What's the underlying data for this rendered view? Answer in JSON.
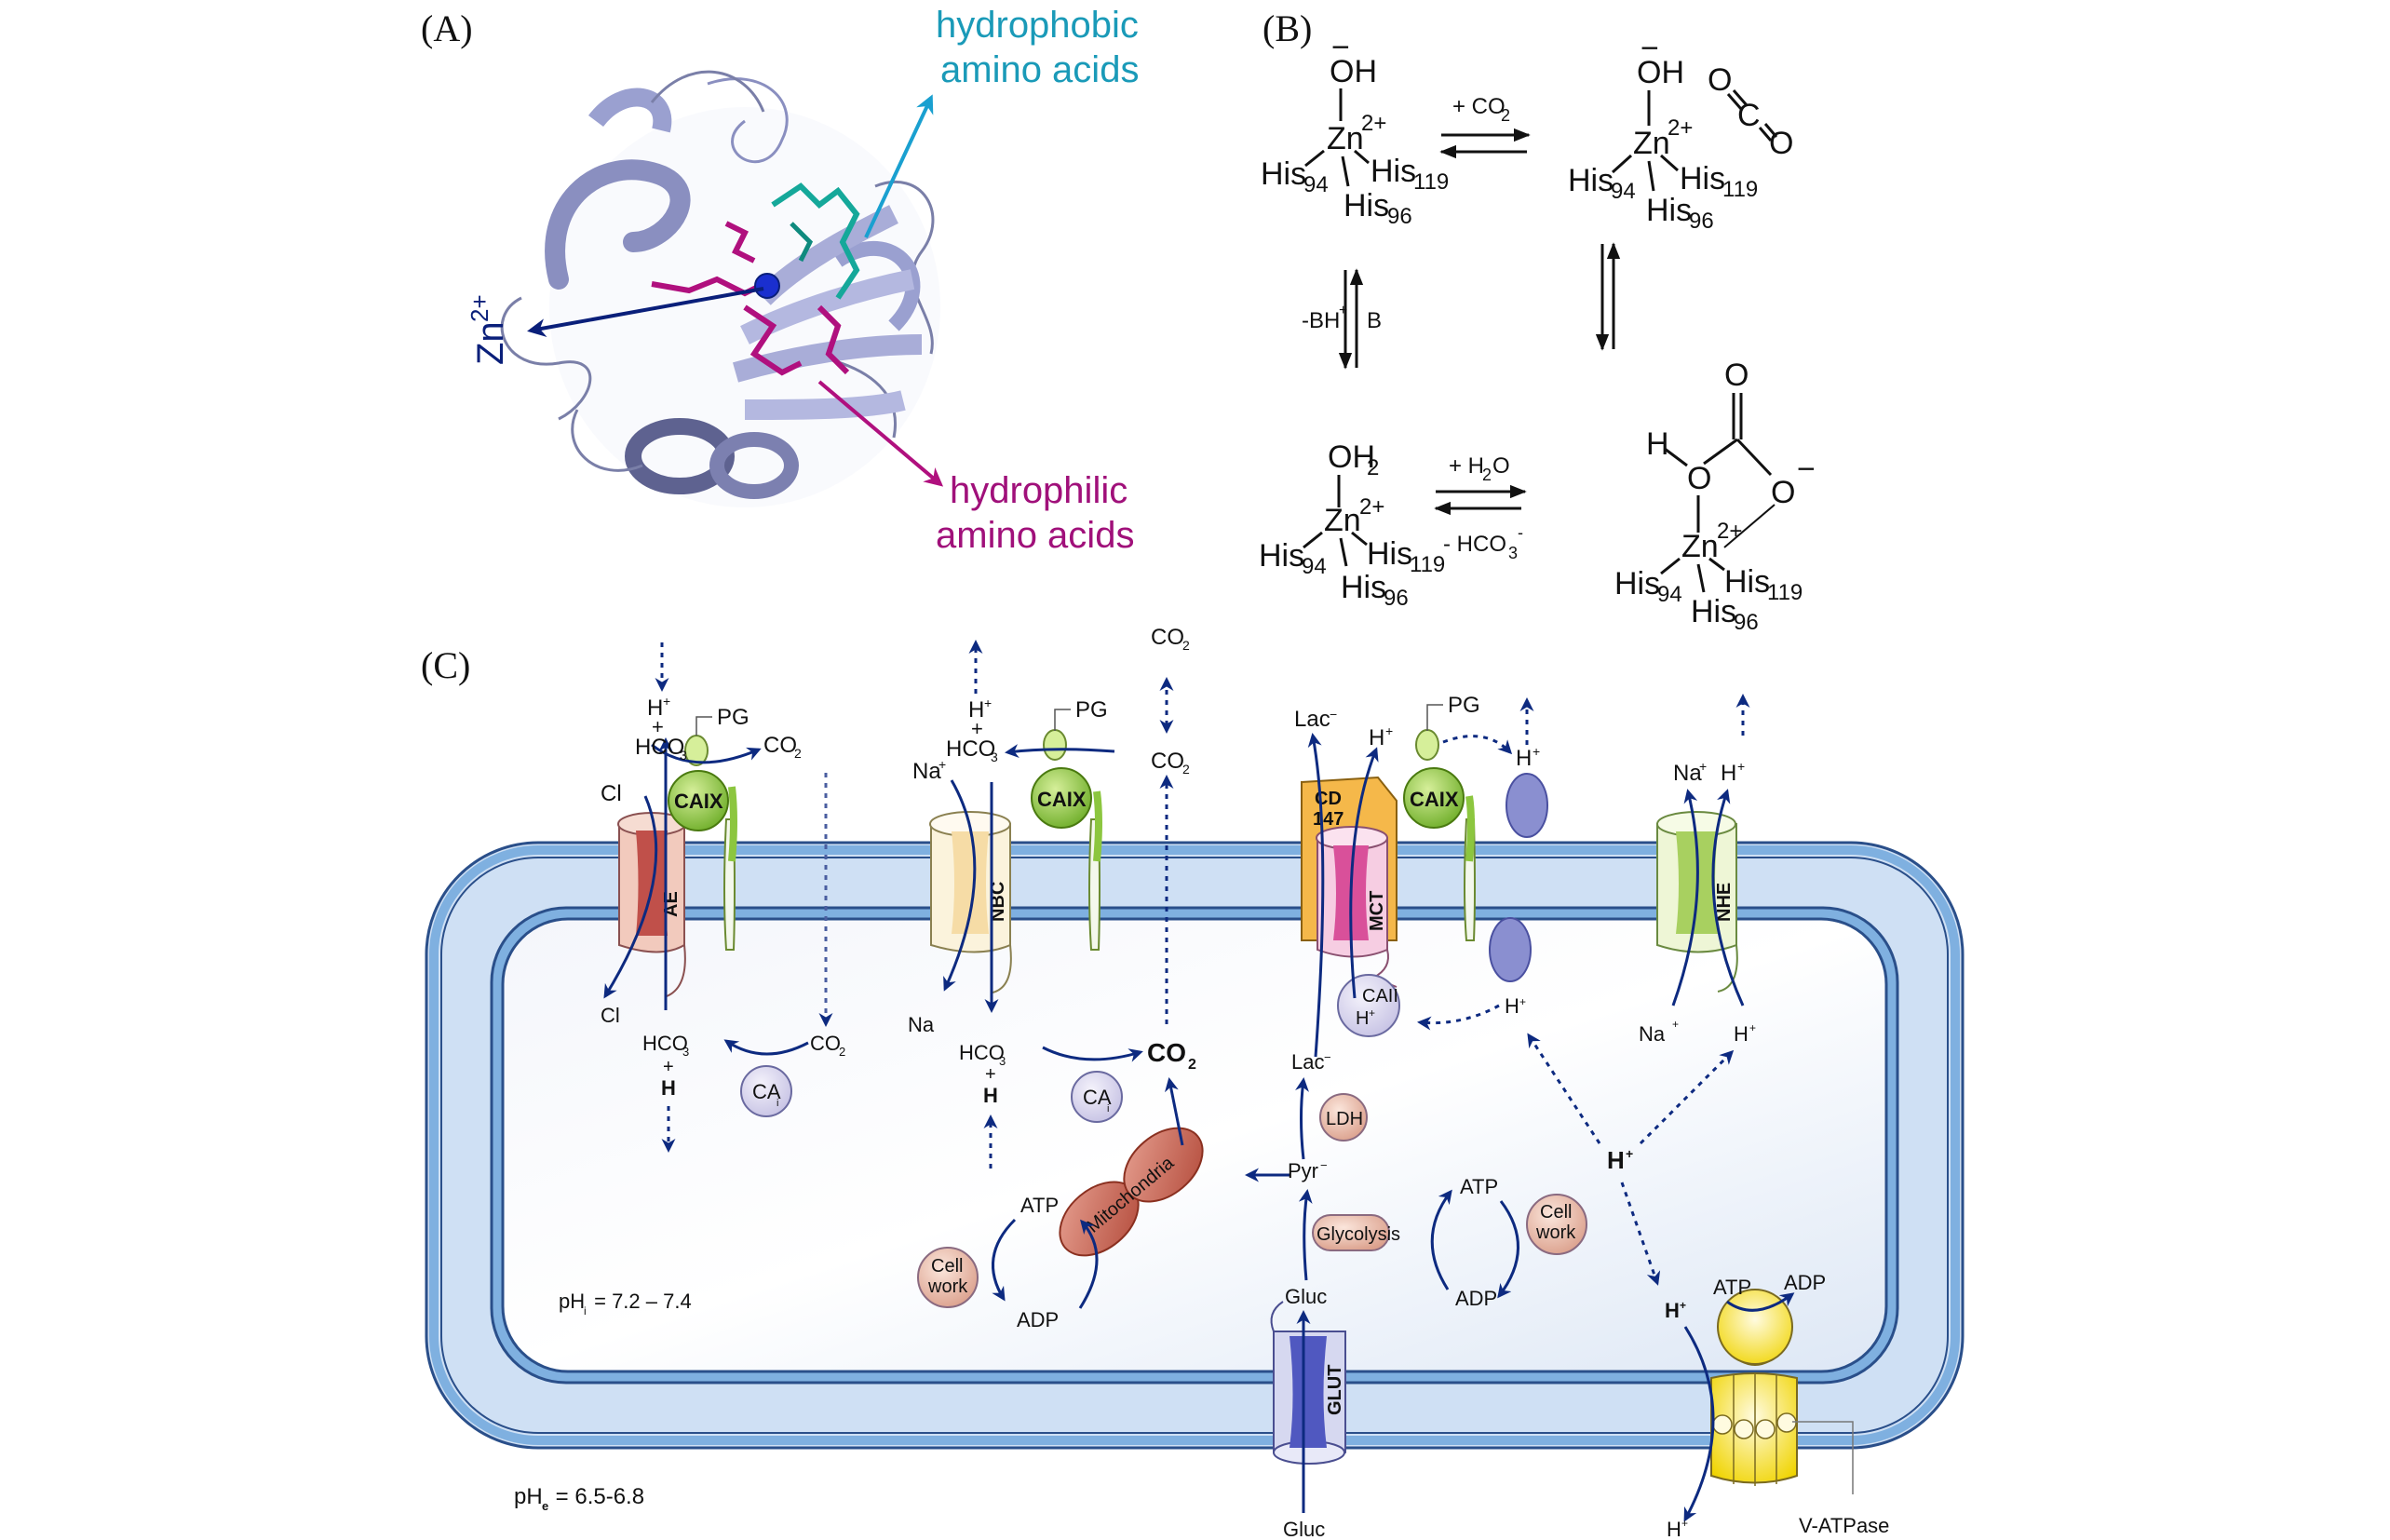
{
  "panels": {
    "a": {
      "label": "(A)",
      "hydrophobic_label_line1": "hydrophobic",
      "hydrophobic_label_line2": "amino acids",
      "hydrophilic_label_line1": "hydrophilic",
      "hydrophilic_label_line2": "amino acids",
      "zinc_label": "Zn",
      "zinc_charge": "2+",
      "colors": {
        "hydrophobic": "#1aa0c8",
        "hydrophilic": "#a0107a",
        "zinc": "#0a1f7a",
        "protein": "#b4b8e0"
      }
    },
    "b": {
      "label": "(B)",
      "state1": {
        "top": "OH",
        "charge": "−",
        "metal": "Zn",
        "metal_charge": "2+",
        "ligands": [
          "His",
          "94",
          "His",
          "119",
          "His",
          "96"
        ]
      },
      "state2": {
        "top": "OH",
        "charge": "−",
        "metal": "Zn",
        "metal_charge": "2+",
        "co2": [
          "O",
          "C",
          "O"
        ]
      },
      "state3": {
        "metal": "Zn",
        "metal_charge": "2+",
        "h": "H",
        "o1": "O",
        "o2": "O",
        "o3": "O",
        "o_charge": "−"
      },
      "state4": {
        "top": "OH",
        "top_sub": "2",
        "metal": "Zn",
        "metal_charge": "2+"
      },
      "his": "His",
      "his_subs": [
        "94",
        "119",
        "96"
      ],
      "arrow_co2": {
        "prefix": "+ CO",
        "sub": "2"
      },
      "arrow_h2o": {
        "prefix": "+ H",
        "sub": "2",
        "suffix": "O"
      },
      "arrow_hco3": {
        "prefix": "- HCO",
        "sub": "3",
        "sup": "-"
      },
      "arrow_bh": {
        "text": "-BH",
        "sup": "+"
      },
      "arrow_b": "B"
    },
    "c": {
      "label": "(C)",
      "transporters": {
        "ae": "AE",
        "nbc": "NBC",
        "mct": "MCT",
        "nhe": "NHE",
        "glut": "GLUT",
        "cd147_1": "CD",
        "cd147_2": "147",
        "vatpase": "V-ATPase"
      },
      "enzymes": {
        "caix": "CAIX",
        "caii": "CAII",
        "ca_i": "CA",
        "ca_i_sub": "i",
        "ldh": "LDH",
        "glycolysis": "Glycolysis",
        "mitochondria": "Mitochondria",
        "cell_work_1": "Cell",
        "cell_work_2": "work"
      },
      "species": {
        "h": "H",
        "plus": "+",
        "hco3": "HCO",
        "three": "3",
        "minus": "−",
        "co2": "CO",
        "two": "2",
        "cl": "Cl",
        "na": "Na",
        "lac": "Lac",
        "pyr": "Pyr",
        "gluc": "Gluc",
        "atp": "ATP",
        "adp": "ADP",
        "pg": "PG"
      },
      "ph_intracellular": {
        "prefix": "pH",
        "sub": "i",
        "value": " = 7.2 – 7.4"
      },
      "ph_extracellular": {
        "prefix": "pH",
        "sub": "e",
        "value": " = 6.5-6.8"
      },
      "colors": {
        "membrane": "#7fb0e0",
        "membrane_dark": "#2a4f8a",
        "membrane_fill": "#cfe0f4",
        "arrow": "#0d2a80",
        "caix": "#8cc63f",
        "cytoplasm": "#eef2fa"
      }
    }
  }
}
